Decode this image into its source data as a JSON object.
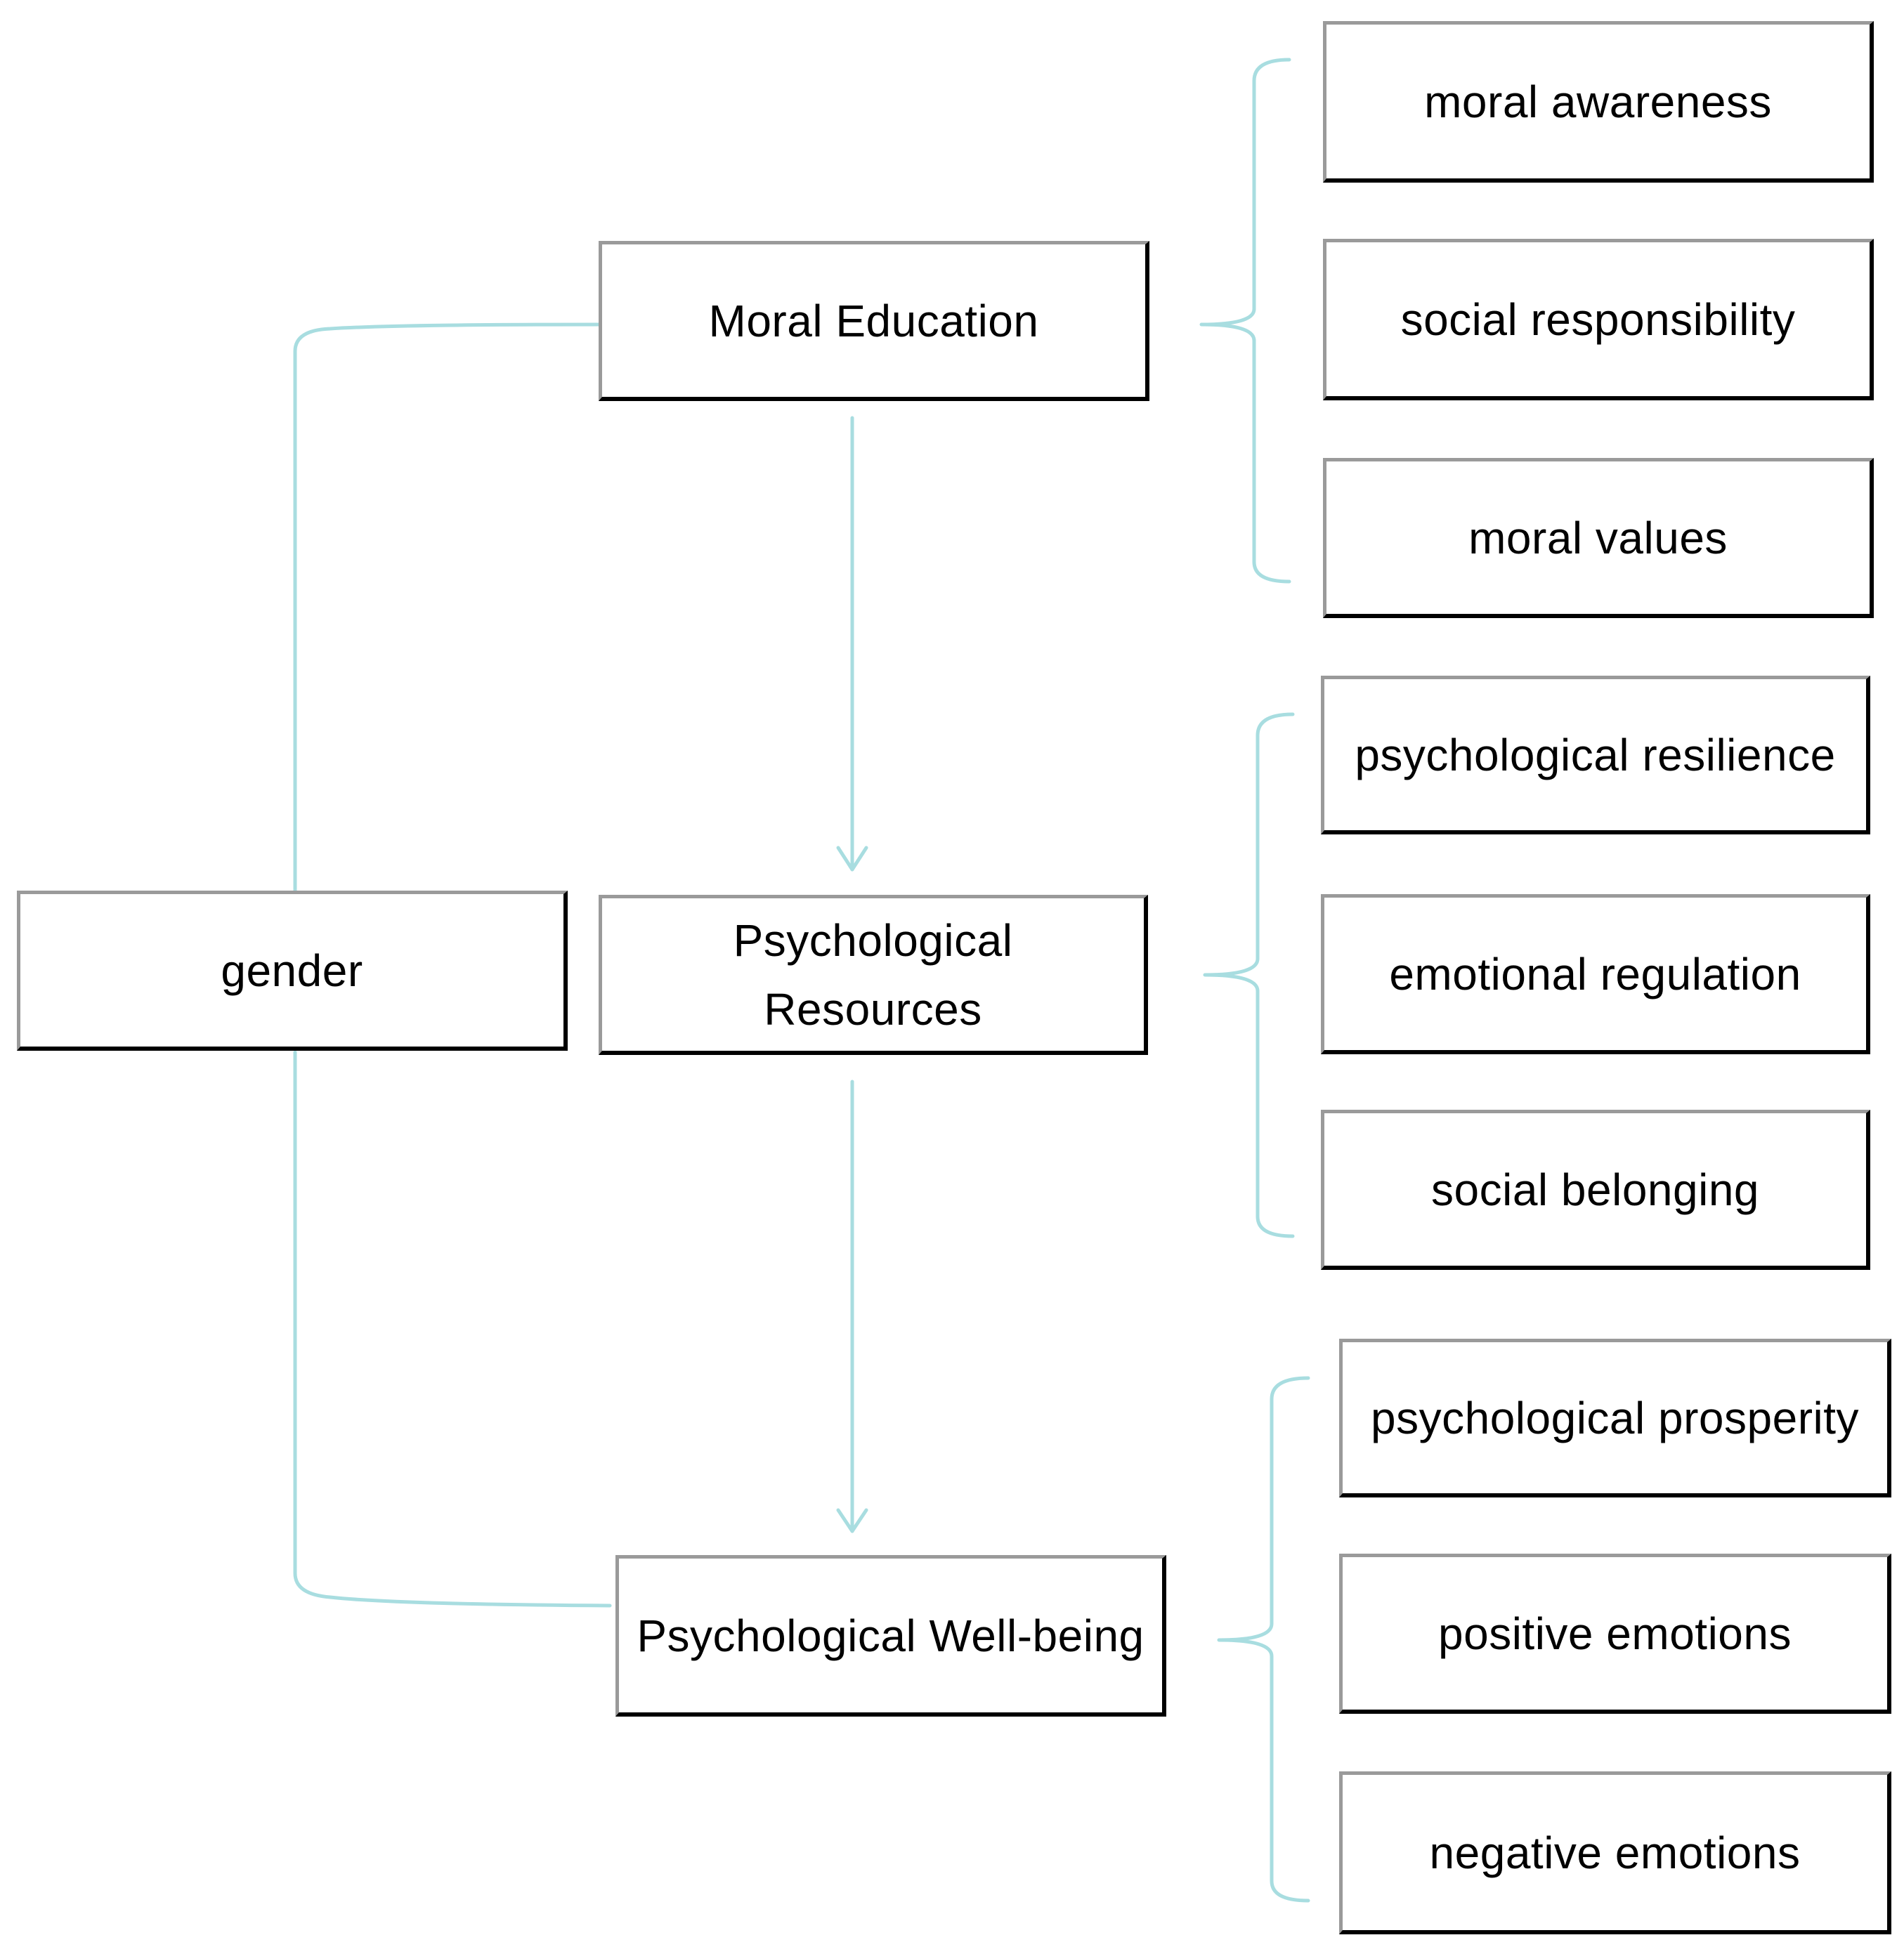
{
  "colors": {
    "connector": "#a8dde0",
    "box_border_light": "#9a9a9a",
    "box_border_dark": "#000000",
    "text": "#000000",
    "background": "#ffffff"
  },
  "nodes": {
    "gender": "gender",
    "moral_education": "Moral Education",
    "psychological_resources": "Psychological\nResources",
    "psychological_well_being": "Psychological Well-being"
  },
  "dimensions": {
    "moral_education": [
      "moral awareness",
      "social responsibility",
      "moral values"
    ],
    "psychological_resources": [
      "psychological resilience",
      "emotional regulation",
      "social belonging"
    ],
    "psychological_well_being": [
      "psychological prosperity",
      "positive emotions",
      "negative emotions"
    ]
  }
}
